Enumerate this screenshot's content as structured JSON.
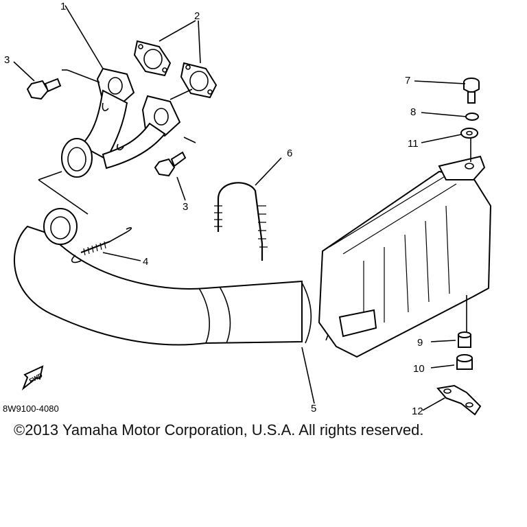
{
  "diagram": {
    "callouts": {
      "c1": "1",
      "c2": "2",
      "c3a": "3",
      "c3b": "3",
      "c4": "4",
      "c5": "5",
      "c6": "6",
      "c7": "7",
      "c8": "8",
      "c9": "9",
      "c10": "10",
      "c11": "11",
      "c12": "12"
    },
    "fwd_label": "FWD",
    "diagram_code": "8W9100-4080",
    "copyright": "©2013 Yamaha Motor Corporation, U.S.A. All rights reserved."
  }
}
